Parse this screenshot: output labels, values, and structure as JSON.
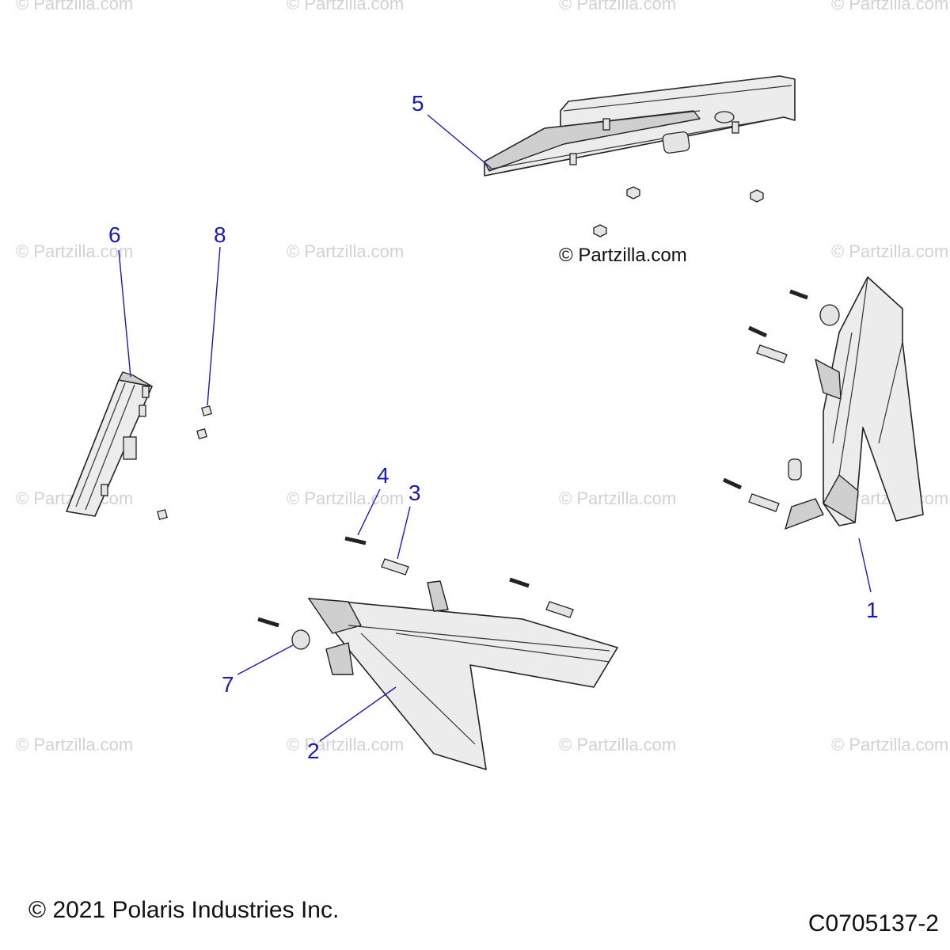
{
  "watermark": {
    "text": "© Partzilla.com"
  },
  "brand_label": "© Partzilla.com",
  "callouts": {
    "c1": "1",
    "c2": "2",
    "c3": "3",
    "c4": "4",
    "c5": "5",
    "c6": "6",
    "c7": "7",
    "c8": "8"
  },
  "footer": {
    "copyright": "© 2021 Polaris Industries Inc.",
    "diagram_code": "C0705137-2"
  }
}
